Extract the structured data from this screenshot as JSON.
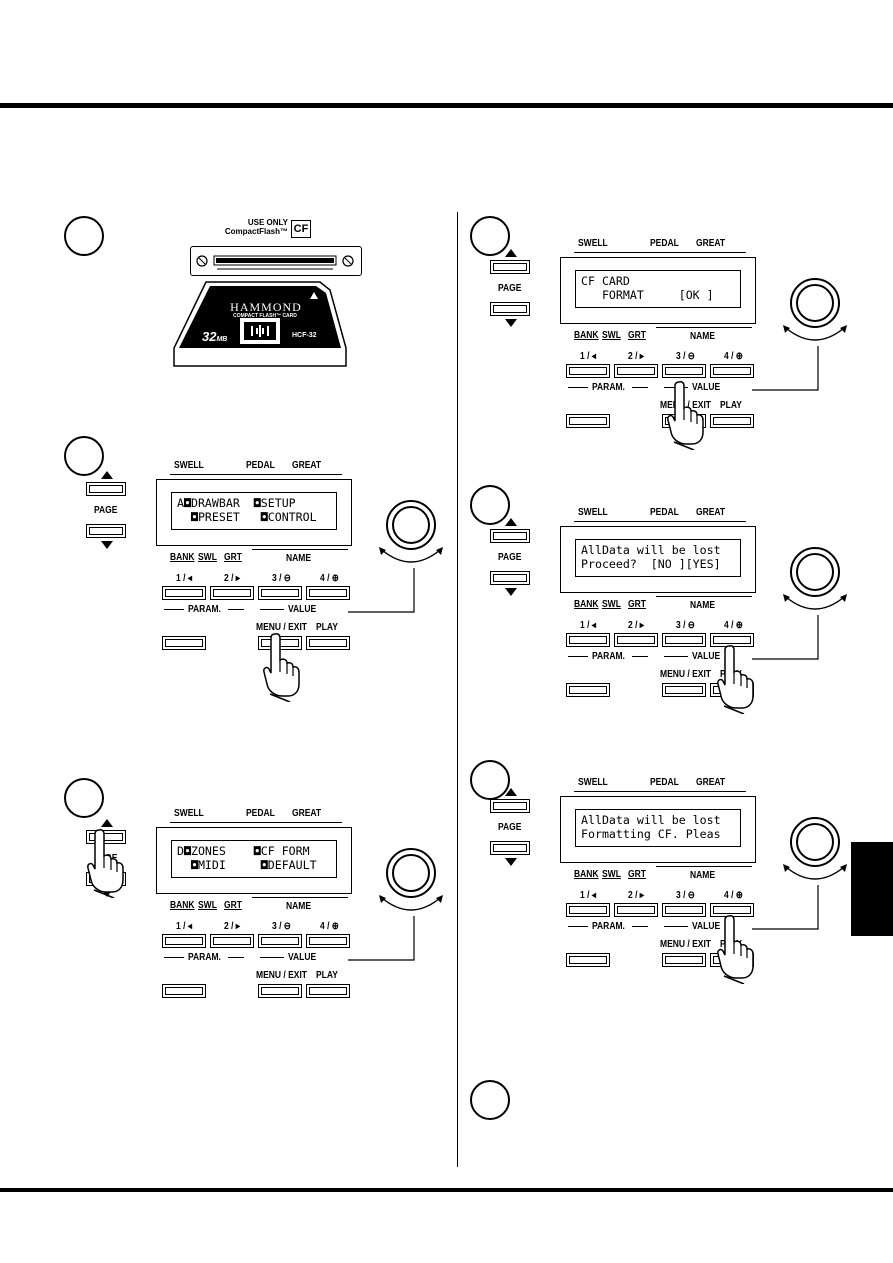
{
  "card": {
    "use_only_line1": "USE ONLY",
    "use_only_line2": "CompactFlash™",
    "cf_logo": "CF",
    "brand": "HAMMOND",
    "card_type": "COMPACT FLASH™ CARD",
    "capacity": "32",
    "capacity_unit": "MB",
    "model": "HCF-32"
  },
  "labels": {
    "swell": "SWELL",
    "pedal": "PEDAL",
    "great": "GREAT",
    "bank": "BANK",
    "swl": "SWL",
    "grt": "GRT",
    "name": "NAME",
    "page": "PAGE",
    "b1": "1 / ◂",
    "b2": "2 / ▸",
    "b3": "3 / ⊖",
    "b4": "4 / ⊕",
    "param": "PARAM.",
    "value": "VALUE",
    "menu_exit": "MENU / EXIT",
    "play": "PLAY"
  },
  "panels": [
    {
      "line1": "A◘DRAWBAR  ◘SETUP",
      "line2": "  ◘PRESET   ◘CONTROL"
    },
    {
      "line1": "D◘ZONES    ◘CF FORM",
      "line2": "  ◘MIDI     ◘DEFAULT"
    },
    {
      "line1": "CF CARD",
      "line2": "   FORMAT     [OK ]"
    },
    {
      "line1": "AllData will be lost",
      "line2": "Proceed?  [NO ][YES]"
    },
    {
      "line1": "AllData will be lost",
      "line2": "Formatting CF. Pleas"
    }
  ],
  "icons": {
    "up": "triangle-up-icon",
    "down": "triangle-down-icon",
    "hand": "pointing-hand-icon",
    "knob": "value-knob-icon"
  }
}
